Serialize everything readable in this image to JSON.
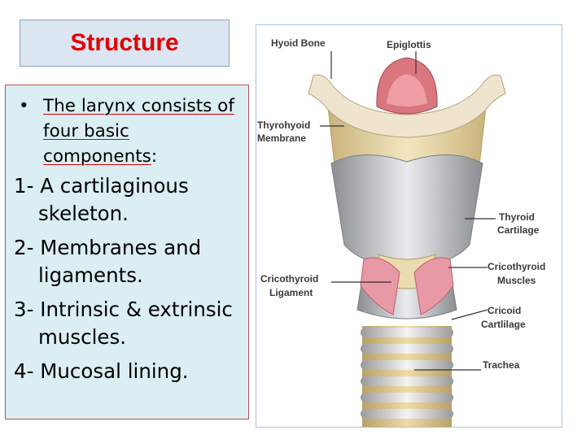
{
  "slide": {
    "title": "Structure",
    "intro": {
      "bullet": "•",
      "line1": "The larynx consists of",
      "line2": "four basic",
      "line3": "components",
      "line3_suffix": ":"
    },
    "items": [
      "1- A cartilaginous skeleton.",
      "2- Membranes and ligaments.",
      "3- Intrinsic & extrinsic muscles.",
      "4- Mucosal lining."
    ]
  },
  "diagram": {
    "labels": {
      "hyoid_bone": "Hyoid Bone",
      "epiglottis": "Epiglottis",
      "thyrohyoid_1": "Thyrohyoid",
      "thyrohyoid_2": "Membrane",
      "thyroid_1": "Thyroid",
      "thyroid_2": "Cartilage",
      "cricothyroid_ligament_1": "Cricothyroid",
      "cricothyroid_ligament_2": "Ligament",
      "cricothyroid_muscles_1": "Cricothyroid",
      "cricothyroid_muscles_2": "Muscles",
      "cricoid_1": "Cricoid",
      "cricoid_2": "Cartlilage",
      "trachea": "Trachea"
    }
  },
  "colors": {
    "title": "#e00000",
    "title_bg": "#dce6f2",
    "content_bg": "#dbeef4",
    "content_border": "#c0504d"
  }
}
